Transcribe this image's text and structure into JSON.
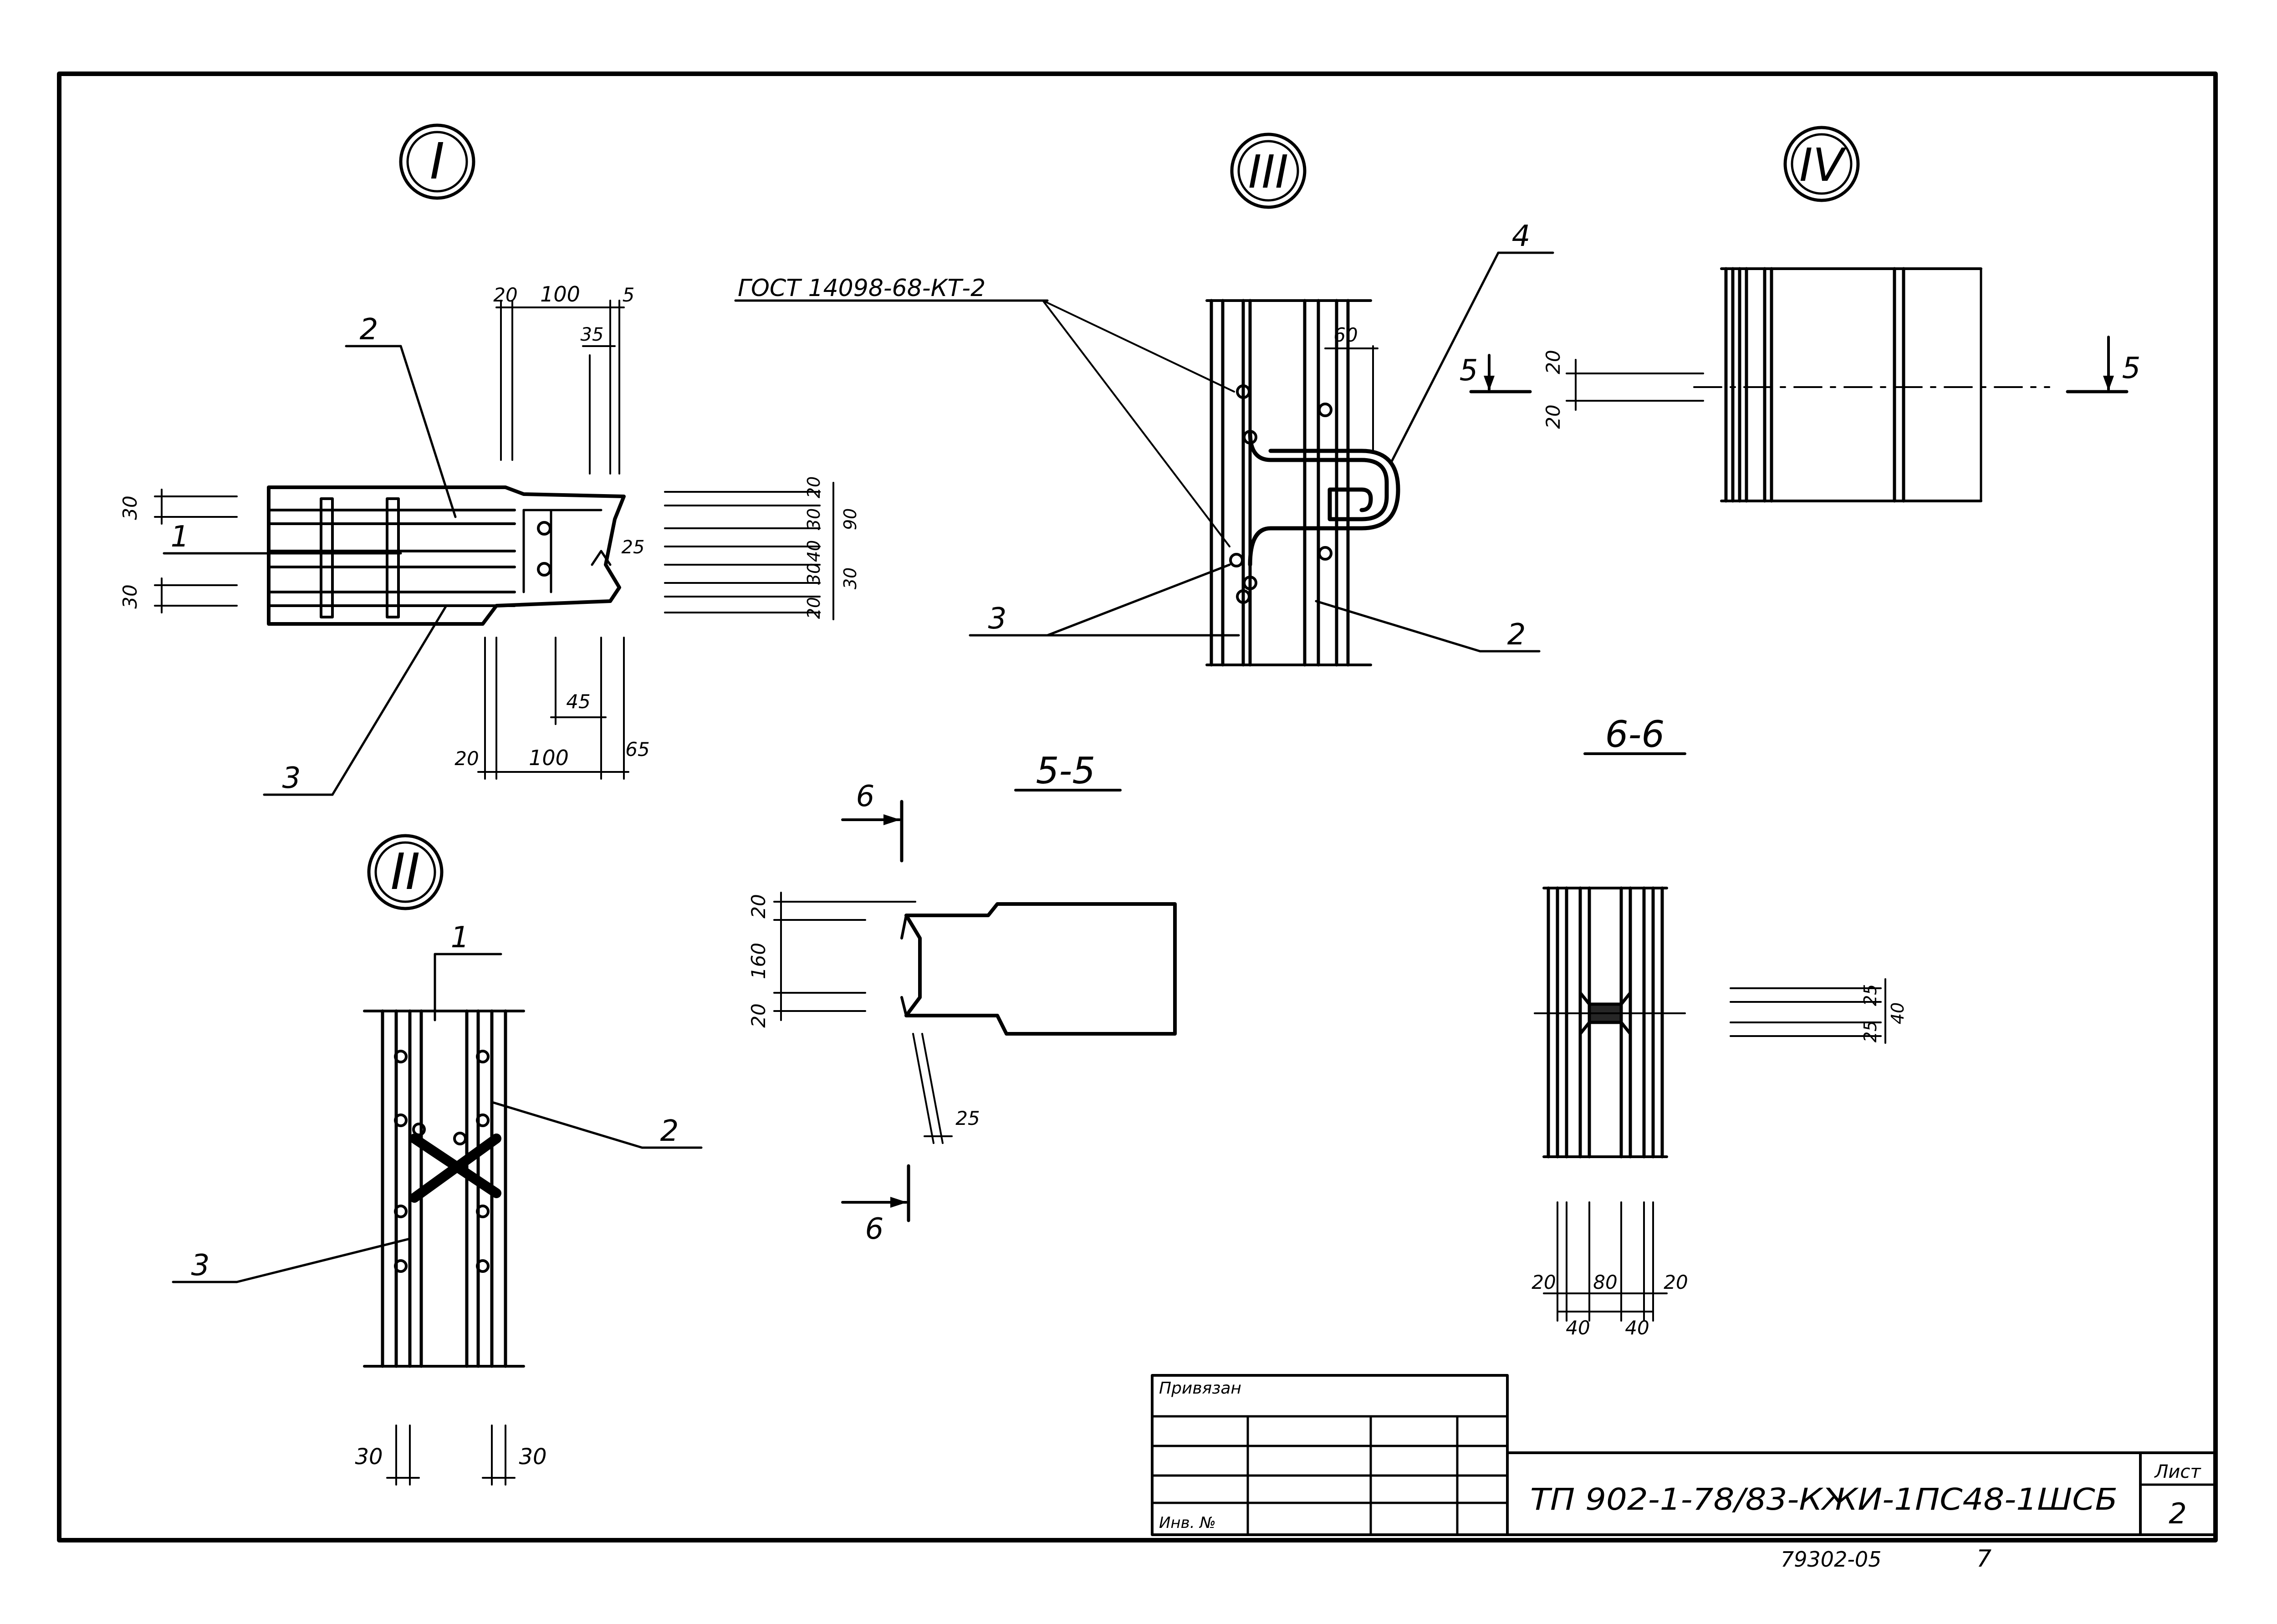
{
  "views": {
    "v1": {
      "mark": "I"
    },
    "v2": {
      "mark": "II"
    },
    "v3": {
      "mark": "III"
    },
    "v4": {
      "mark": "IV"
    }
  },
  "sections": {
    "s55": {
      "title": "5-5"
    },
    "s66": {
      "title": "6-6"
    }
  },
  "cut_markers": {
    "five": "5",
    "six": "6"
  },
  "positions": {
    "p1": "1",
    "p2": "2",
    "p3": "3",
    "p4": "4"
  },
  "gost_note": "ГОСТ 14098-68-КТ-2",
  "dims": {
    "v1_top": [
      "20",
      "100",
      "5",
      "35"
    ],
    "v1_bottom": [
      "20",
      "100",
      "65",
      "45"
    ],
    "v1_left": [
      "30",
      "30"
    ],
    "v1_right": [
      "20",
      "30",
      "90",
      "40",
      "30",
      "30",
      "20"
    ],
    "v1_angle": "25",
    "v2_bottom": [
      "30",
      "30"
    ],
    "v3_offset": "60",
    "v4_left": [
      "20",
      "20"
    ],
    "s55_left": [
      "20",
      "160",
      "20"
    ],
    "s55_gap": "25",
    "s66_right": [
      "25",
      "40",
      "25"
    ],
    "s66_bottom": [
      "20",
      "80",
      "20",
      "40",
      "40"
    ]
  },
  "title_block": {
    "attached_label": "Привязан",
    "inv_label": "Инв. №",
    "designation": "ТП 902-1-78/83-КЖИ-1ПС48-1ШСБ",
    "sheet_label": "Лист",
    "sheet_number": "2"
  },
  "footer_code": "79302-05",
  "footer_num": "7"
}
